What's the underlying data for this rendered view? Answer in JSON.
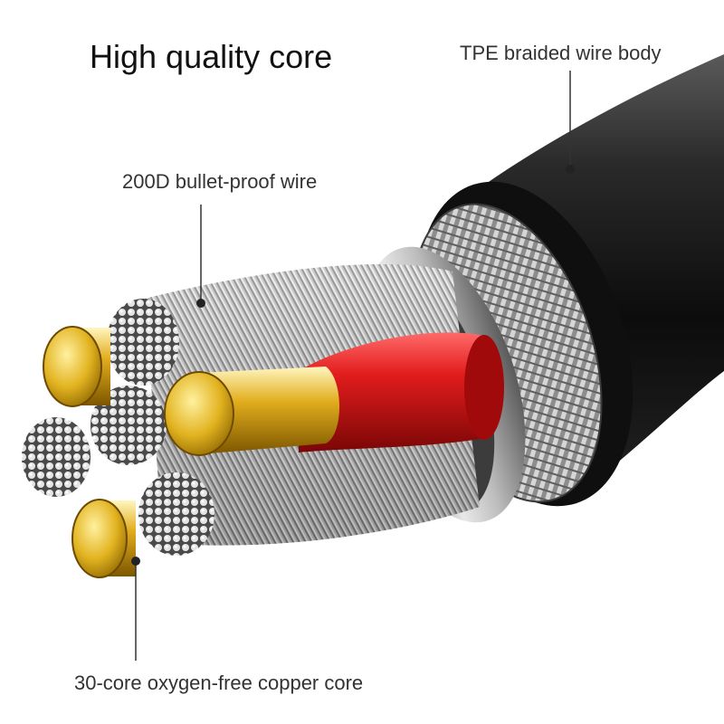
{
  "title": "High quality core",
  "labels": {
    "tpe": "TPE braided wire body",
    "bullet": "200D bullet-proof wire",
    "copper": "30-core oxygen-free copper core"
  },
  "colors": {
    "sheath": "#151515",
    "braid": "#b8b8b8",
    "ring": "#a9a9a9",
    "red_insulation": "#d01818",
    "gold_pin": "#e0b020",
    "strand": "#cfcfcf"
  }
}
